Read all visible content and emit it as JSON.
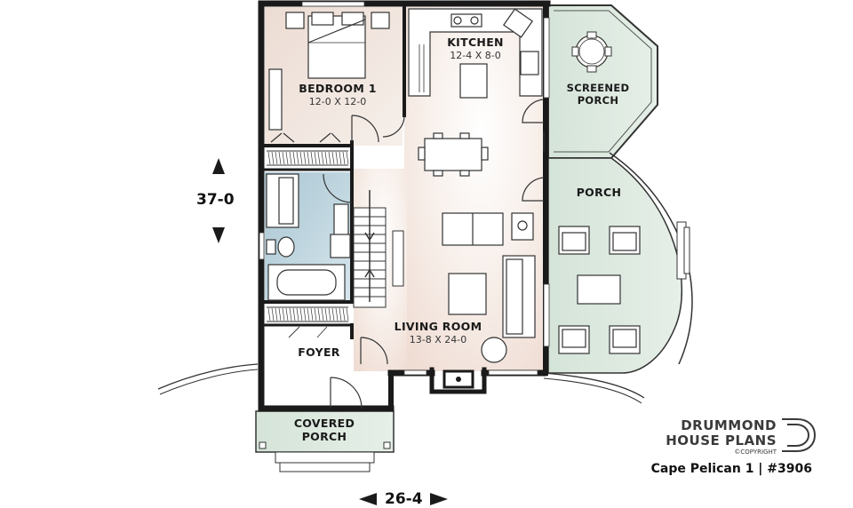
{
  "rooms": {
    "bedroom1": {
      "name": "BEDROOM 1",
      "dims": "12-0 X 12-0"
    },
    "kitchen": {
      "name": "KITCHEN",
      "dims": "12-4 X 8-0"
    },
    "screened_porch": {
      "line1": "SCREENED",
      "line2": "PORCH"
    },
    "porch": {
      "name": "PORCH"
    },
    "living_room": {
      "name": "LIVING ROOM",
      "dims": "13-8 X 24-0"
    },
    "foyer": {
      "name": "FOYER"
    },
    "covered_porch": {
      "line1": "COVERED",
      "line2": "PORCH"
    }
  },
  "dimensions": {
    "depth": "37-0",
    "width": "26-4"
  },
  "brand": {
    "line1": "DRUMMOND",
    "line2": "HOUSE PLANS",
    "copyright": "©COPYRIGHT",
    "plan_title": "Cape Pelican 1 | #3906"
  },
  "colors": {
    "bedroom": "#eedfd8",
    "kitchen_living": "#f3e6df",
    "bathroom": "#bcd3dd",
    "porch": "#dde9df",
    "wall": "#1a1a1a"
  }
}
